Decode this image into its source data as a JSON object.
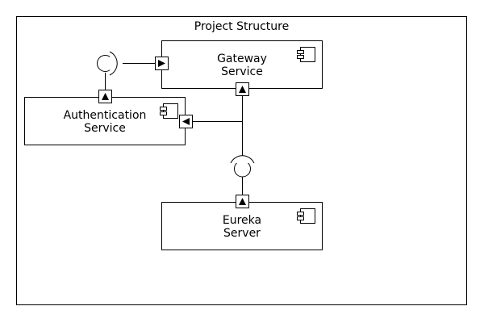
{
  "diagram": {
    "title": "Project Structure",
    "components": {
      "gateway": {
        "line1": "Gateway",
        "line2": "Service",
        "icon": "component-icon"
      },
      "authentication": {
        "line1": "Authentication",
        "line2": "Service",
        "icon": "component-icon"
      },
      "eureka": {
        "line1": "Eureka",
        "line2": "Server",
        "icon": "component-icon"
      }
    },
    "ports": [
      {
        "name": "port-gateway-left",
        "arrow": "right"
      },
      {
        "name": "port-gateway-bottom",
        "arrow": "up"
      },
      {
        "name": "port-auth-top",
        "arrow": "up"
      },
      {
        "name": "port-auth-right",
        "arrow": "left"
      },
      {
        "name": "port-eureka-top",
        "arrow": "up"
      }
    ],
    "interfaces": [
      {
        "name": "required-interface-auth-gateway"
      },
      {
        "name": "required-interface-eureka"
      }
    ],
    "colors": {
      "line": "#000000",
      "fill": "#ffffff"
    }
  }
}
